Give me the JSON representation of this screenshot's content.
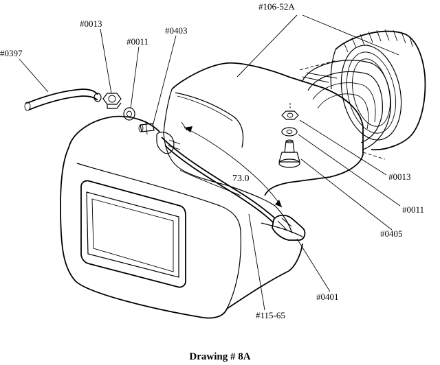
{
  "drawing": {
    "caption": "Drawing # 8A",
    "dimension": "73.0",
    "parts": {
      "p106_52A": "#106-52A",
      "p0013_top": "#0013",
      "p0011_top": "#0011",
      "p0403": "#0403",
      "p0397": "#0397",
      "p0013_right": "#0013",
      "p0011_right": "#0011",
      "p0405": "#0405",
      "p0401": "#0401",
      "p115_65": "#115-65"
    }
  }
}
